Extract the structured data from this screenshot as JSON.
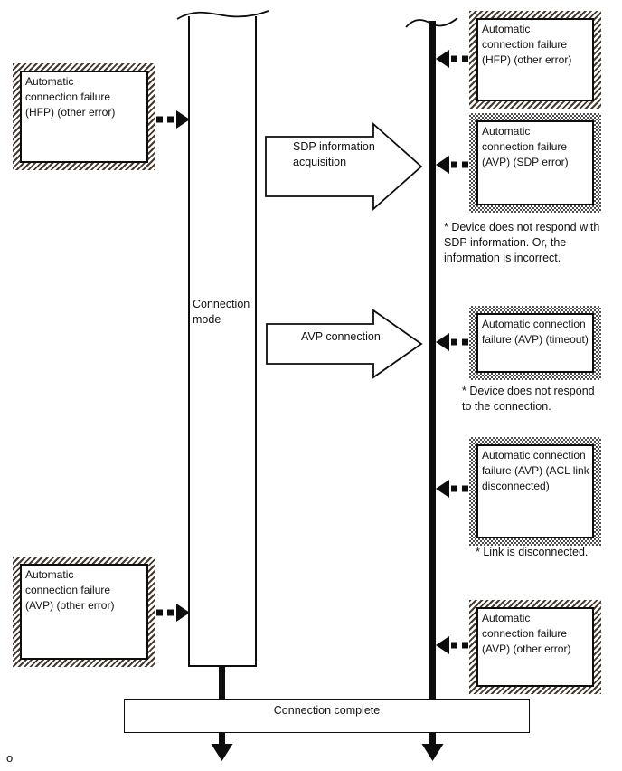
{
  "page": {
    "background": "#ffffff",
    "page_marker": "o"
  },
  "colors": {
    "line": "#0d0d0d",
    "hatch_stripe": "#463a30",
    "checker_dot": "#4d4d4d",
    "box_fill": "#ffffff"
  },
  "lifeline": {
    "label": "Connection\nmode"
  },
  "flow_arrows": [
    {
      "label": "SDP information\nacquisition"
    },
    {
      "label": "AVP connection"
    }
  ],
  "left_boxes": [
    {
      "text": "Automatic\nconnection failure\n(HFP) (other error)"
    },
    {
      "text": "Automatic\nconnection failure\n(AVP) (other error)"
    }
  ],
  "right_boxes": [
    {
      "text": "Automatic\nconnection failure\n(HFP) (other error)",
      "note": ""
    },
    {
      "text": "Automatic\nconnection failure\n(AVP) (SDP error)",
      "note": "* Device does not respond with\nSDP information. Or, the\ninformation is incorrect."
    },
    {
      "text": "Automatic connection\nfailure (AVP) (timeout)",
      "note": "* Device does not respond\nto the connection."
    },
    {
      "text": "Automatic connection\nfailure (AVP) (ACL link\ndisconnected)",
      "note": "* Link is disconnected."
    },
    {
      "text": "Automatic\nconnection failure\n(AVP) (other error)",
      "note": ""
    }
  ],
  "footer": {
    "complete_label": "Connection complete"
  }
}
